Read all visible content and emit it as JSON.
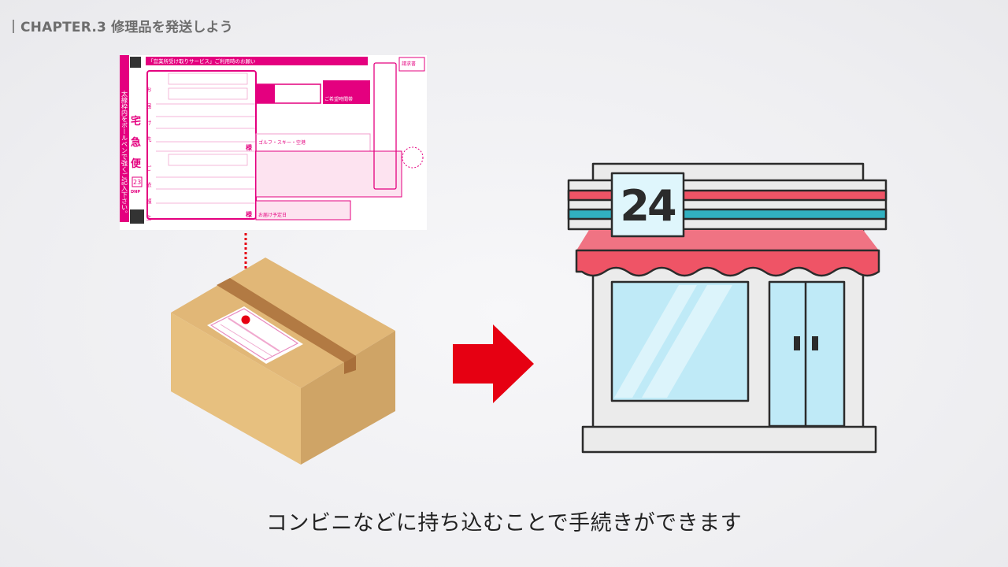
{
  "header": {
    "chapter": "CHAPTER.3",
    "title": "修理品を発送しよう"
  },
  "waybill": {
    "service_banner": "「営業所受け取りサービス」ご利用時のお願い",
    "side_text": "太線枠内をボールペンで強くご記入下さい。",
    "brand_chars": [
      "宅",
      "急",
      "便"
    ],
    "to_label": "お届け先",
    "from_label": "ご依頼主",
    "delivery_date": "お届け予定日",
    "delivery_time": "ご希望時間帯",
    "honorific": "様",
    "code": "23",
    "printer": "DNP",
    "invoice": "請求書",
    "golf": "ゴルフ・スキー・空港"
  },
  "store": {
    "sign": "24"
  },
  "caption": "コンビニなどに持ち込むことで手続きができます",
  "colors": {
    "pink": "#e4007f",
    "arrow": "#e60012",
    "awning": "#ef5466",
    "teal": "#31b0c0",
    "glass": "#bfeaf7",
    "box_top": "#e1b777",
    "box_left": "#e7c07f",
    "box_right": "#cfa466",
    "tape": "#b27a43"
  }
}
